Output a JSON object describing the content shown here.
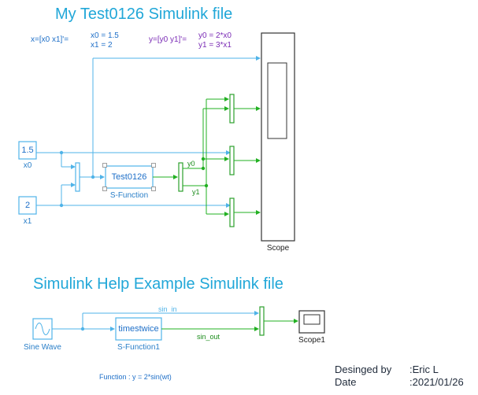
{
  "titles": {
    "test0126": "My Test0126 Simulink file",
    "help_example": "Simulink Help Example Simulink file"
  },
  "annotations": {
    "x_def": {
      "prefix": "x=[x0 x1]'=",
      "line1": "x0 = 1.5",
      "line2": "x1 = 2"
    },
    "y_def": {
      "prefix": "y=[y0 y1]'=",
      "line1": "y0 = 2*x0",
      "line2": "y1 = 3*x1"
    }
  },
  "model1": {
    "const_x0": {
      "value": "1.5",
      "label": "x0"
    },
    "const_x1": {
      "value": "2",
      "label": "x1"
    },
    "sfunction": {
      "text": "Test0126",
      "label": "S-Function"
    },
    "signal_y0": "y0",
    "signal_y1": "y1",
    "scope_label": "Scope"
  },
  "model2": {
    "sine_label": "Sine Wave",
    "sfunction": {
      "text": "timestwice",
      "label": "S-Function1"
    },
    "signal_sin_in": "sin_in",
    "signal_sin_out": "sin_out",
    "scope_label": "Scope1",
    "function_note": "Function : y = 2*sin(wt)"
  },
  "footer": {
    "designed_by_label": "Desinged by",
    "designed_by_value": ":Eric L",
    "date_label": "Date",
    "date_value": ":2021/01/26"
  },
  "colors": {
    "title": "#21a7d8",
    "block_border": "#4fb3e8",
    "mux_border": "#2ca02c",
    "signal_blue": "#4fb3e8",
    "signal_green": "#22b022",
    "annotation_blue": "#1e6fc8",
    "annotation_purple": "#7a2bb5"
  }
}
